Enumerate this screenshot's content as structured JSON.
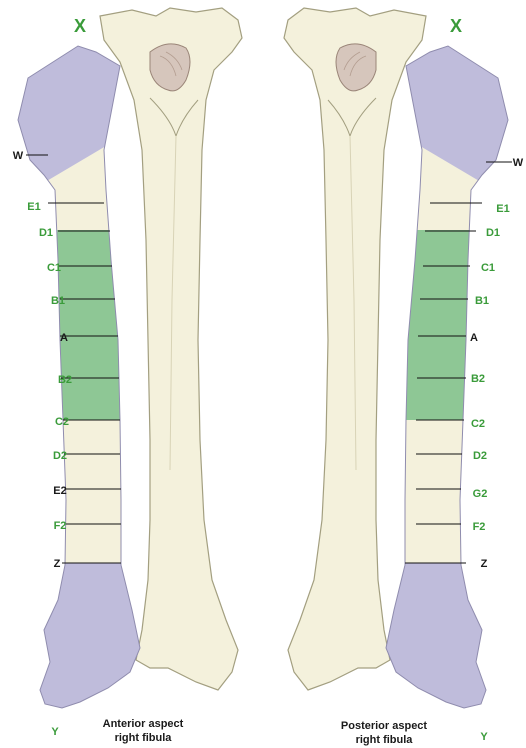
{
  "colors": {
    "bone_fill": "#f4f1dc",
    "bone_stroke": "#a39f80",
    "end_region": "#bfbcdb",
    "mid_region": "#8ec795",
    "label_green": "#3a9b3a",
    "label_dark": "#1a1a1a"
  },
  "left_panel": {
    "top_label": "X",
    "bottom_label": "Y",
    "w_label": "W",
    "z_label": "Z",
    "a_label": "A",
    "levels": [
      "E1",
      "D1",
      "C1",
      "B1",
      "A",
      "B2",
      "C2",
      "D2",
      "E2",
      "F2",
      "Z"
    ],
    "caption_line1": "Anterior aspect",
    "caption_line2": "right fibula"
  },
  "right_panel": {
    "top_label": "X",
    "bottom_label": "Y",
    "w_label": "W",
    "z_label": "Z",
    "a_label": "A",
    "levels": [
      "E1",
      "D1",
      "C1",
      "B1",
      "A",
      "B2",
      "C2",
      "D2",
      "G2",
      "F2",
      "Z"
    ],
    "caption_line1": "Posterior aspect",
    "caption_line2": "right fibula"
  }
}
